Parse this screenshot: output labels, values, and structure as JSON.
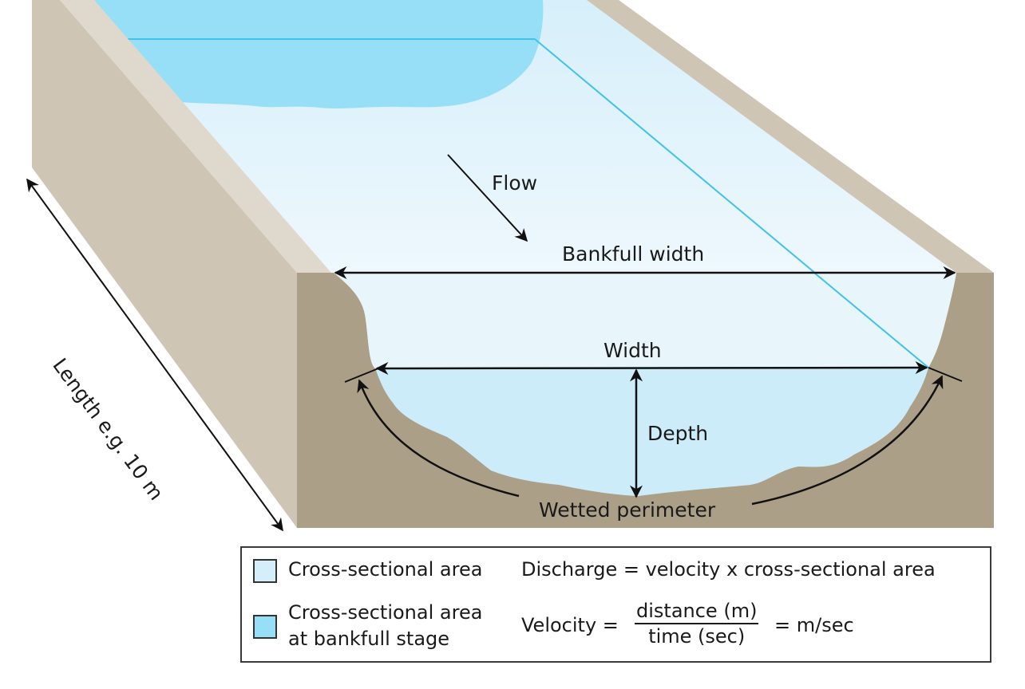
{
  "labels": {
    "flow": "Flow",
    "bankfull_width": "Bankfull width",
    "width": "Width",
    "depth": "Depth",
    "wetted_perimeter": "Wetted perimeter",
    "length": "Length e.g. 10 m"
  },
  "legend": {
    "items": [
      {
        "label": "Cross-sectional area",
        "color": "#d4eefa"
      },
      {
        "label_line1": "Cross-sectional area",
        "label_line2": "at bankfull stage",
        "color": "#97dff6"
      }
    ],
    "discharge_formula": "Discharge = velocity x cross-sectional area",
    "velocity_prefix": "Velocity =",
    "velocity_numerator": "distance (m)",
    "velocity_denominator": "time (sec)",
    "velocity_suffix": "= m/sec"
  },
  "colors": {
    "water_light": "#dcf1fb",
    "water_cross_section": "#cdecf9",
    "water_bankfull": "#97dff6",
    "bank_front": "#ac9f88",
    "bank_side": "#cfc5b5",
    "bank_top": "#dfd8cc",
    "water_line": "#3fc3ea"
  }
}
